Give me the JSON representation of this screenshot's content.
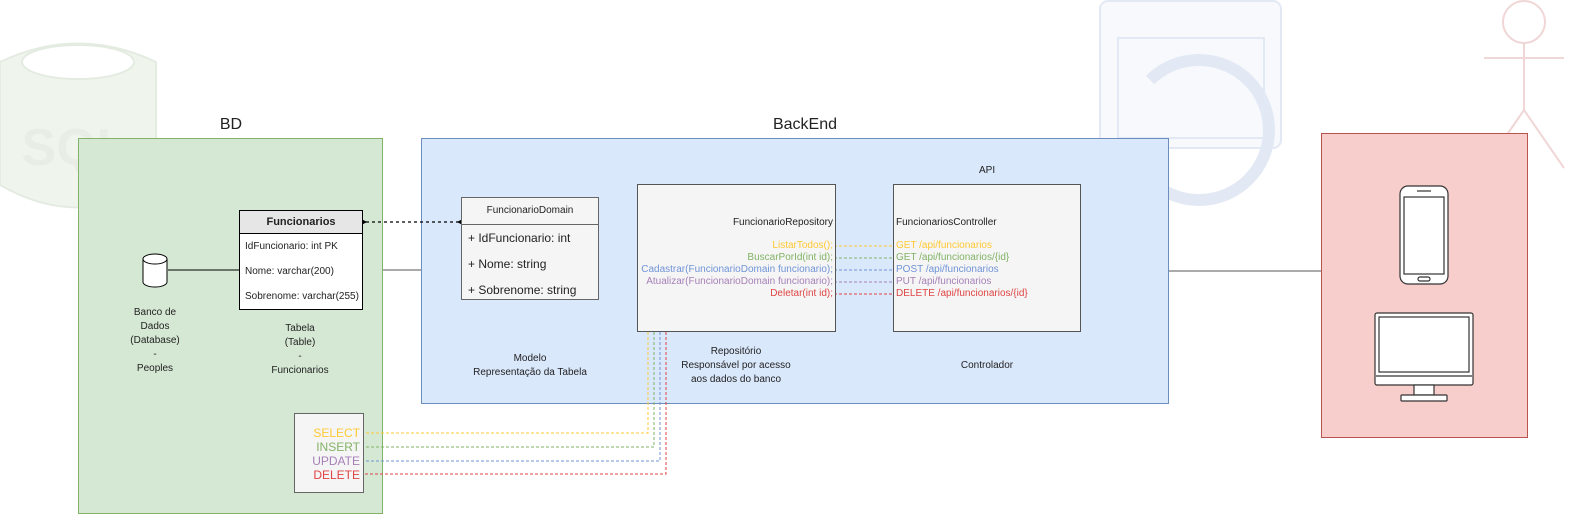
{
  "colors": {
    "yellow": "#ffc933",
    "green": "#82b366",
    "blue": "#7094d6",
    "purple": "#a680b8",
    "red": "#e04444",
    "bd_panel": "#d5e8d4",
    "backend_panel": "#dae8fc",
    "client_panel": "#f8cecc"
  },
  "icons": {
    "database_bg": "sql-database-icon",
    "backend_bg": "backend-logo-icon",
    "user": "user-icon",
    "cylinder": "database-cylinder-icon",
    "phone": "smartphone-icon",
    "monitor": "desktop-monitor-icon"
  },
  "bd": {
    "title": "BD",
    "db_caption": [
      "Banco de",
      "Dados",
      "(Database)",
      "-",
      "Peoples"
    ],
    "table_caption": [
      "Tabela",
      "(Table)",
      "-",
      "Funcionarios"
    ],
    "table": {
      "name": "Funcionarios",
      "rows": [
        "IdFuncionario: int PK",
        "Nome: varchar(200)",
        "Sobrenome: varchar(255)"
      ]
    },
    "sql": [
      "SELECT",
      "INSERT",
      "UPDATE",
      "DELETE"
    ]
  },
  "backend": {
    "title": "BackEnd",
    "api_label": "API",
    "domain": {
      "name": "FuncionarioDomain",
      "fields": [
        "+ IdFuncionario: int",
        "+ Nome: string",
        "+ Sobrenome: string"
      ]
    },
    "domain_caption": [
      "Modelo",
      "Representação da Tabela"
    ],
    "repository": {
      "name": "FuncionarioRepository",
      "methods": [
        "ListarTodos();",
        "BuscarPorId(int id);",
        "Cadastrar(FuncionarioDomain funcionario);",
        "Atualizar(FuncionarioDomain funcionario);",
        "Deletar(int id);"
      ]
    },
    "repository_caption": [
      "Repositório",
      "Responsável por acesso",
      "aos dados do banco"
    ],
    "controller": {
      "name": "FuncionariosController",
      "routes": [
        "GET /api/funcionarios",
        "GET /api/funcionarios/{id}",
        "POST /api/funcionarios",
        "PUT /api/funcionarios",
        "DELETE /api/funcionarios/{id}"
      ]
    },
    "controller_caption": "Controlador"
  }
}
